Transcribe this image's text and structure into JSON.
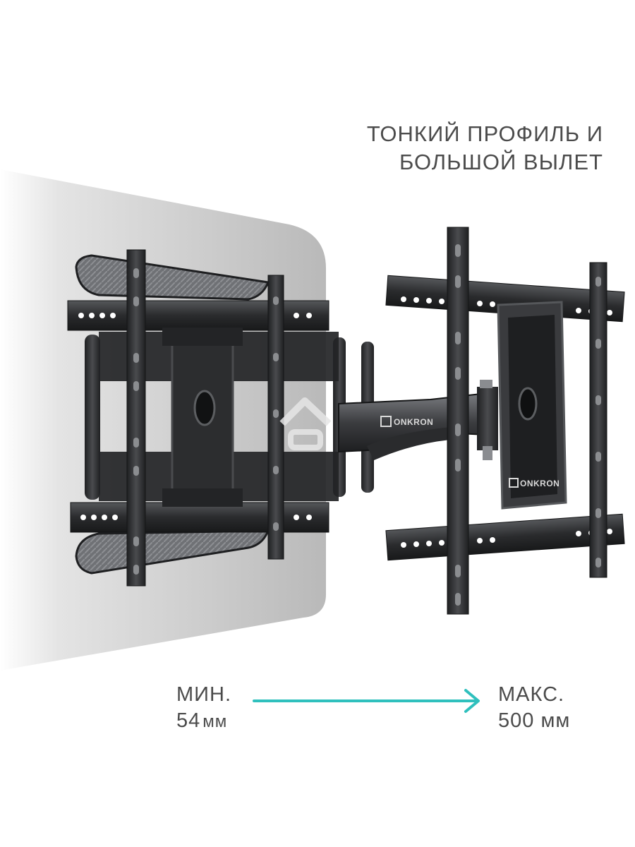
{
  "headline": {
    "line1": "ТОНКИЙ ПРОФИЛЬ И",
    "line2": "БОЛЬШОЙ ВЫЛЕТ"
  },
  "range": {
    "min_label": "МИН.",
    "min_value": "54",
    "min_unit": "мм",
    "max_label": "МАКС.",
    "max_value": "500 мм"
  },
  "product": {
    "brand": "ONKRON",
    "mount_color": "#2e2f31",
    "wall_color": "#c9c9c9",
    "accent_color": "#2fc0bd"
  },
  "icons": {
    "arrow": "right-arrow-icon",
    "watermark": "house-watermark-icon"
  }
}
